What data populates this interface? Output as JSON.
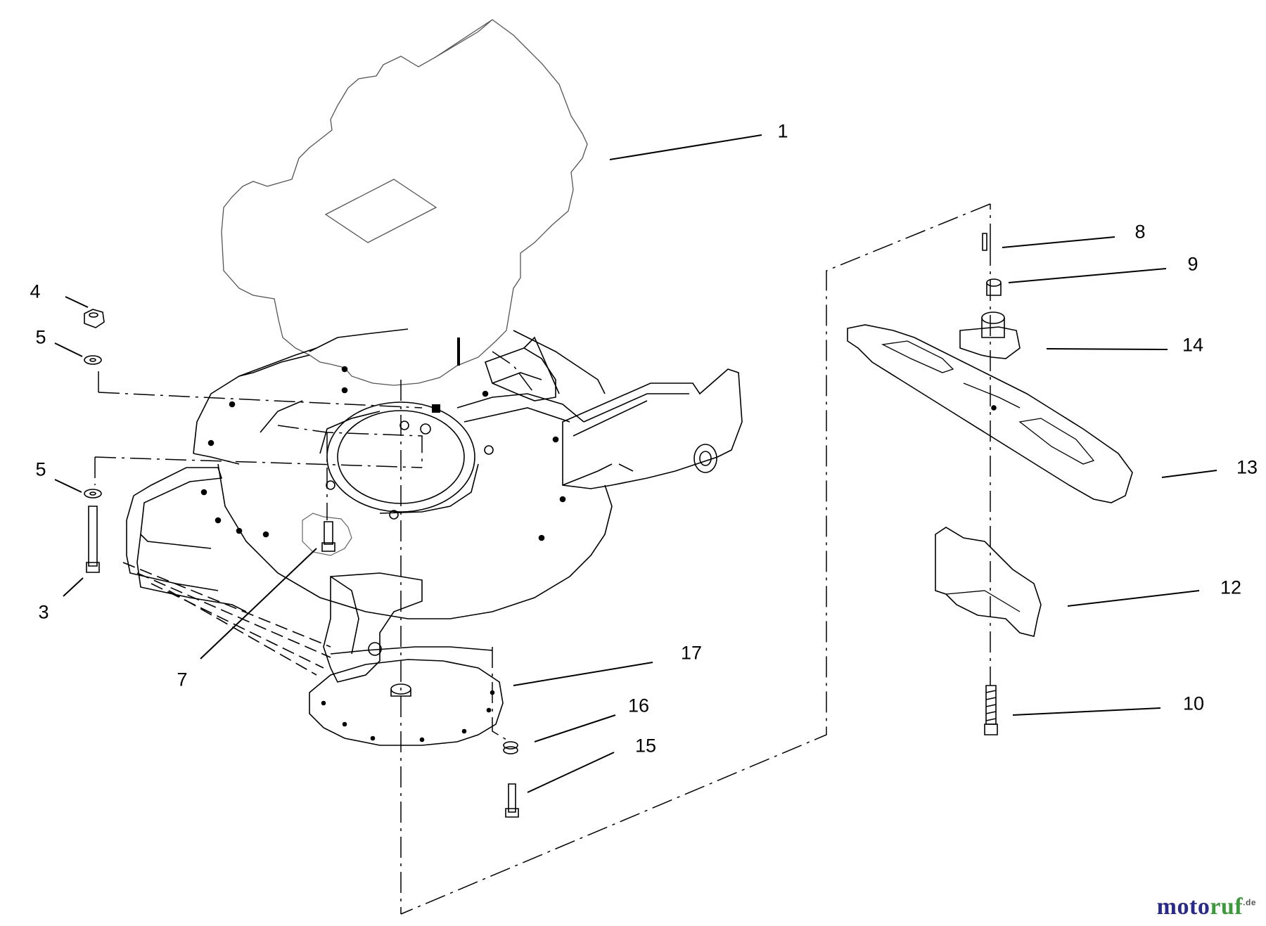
{
  "diagram": {
    "callouts": [
      {
        "id": "c1",
        "label": "1"
      },
      {
        "id": "c3",
        "label": "3"
      },
      {
        "id": "c4",
        "label": "4"
      },
      {
        "id": "c5a",
        "label": "5"
      },
      {
        "id": "c5b",
        "label": "5"
      },
      {
        "id": "c7",
        "label": "7"
      },
      {
        "id": "c8",
        "label": "8"
      },
      {
        "id": "c9",
        "label": "9"
      },
      {
        "id": "c10",
        "label": "10"
      },
      {
        "id": "c12",
        "label": "12"
      },
      {
        "id": "c13",
        "label": "13"
      },
      {
        "id": "c14",
        "label": "14"
      },
      {
        "id": "c15",
        "label": "15"
      },
      {
        "id": "c16",
        "label": "16"
      },
      {
        "id": "c17",
        "label": "17"
      }
    ]
  },
  "watermark": {
    "text_a": "moto",
    "text_b": "ruf",
    "suffix": ".de",
    "color_a": "#2a2a8c",
    "color_b": "#3c9a3c"
  }
}
